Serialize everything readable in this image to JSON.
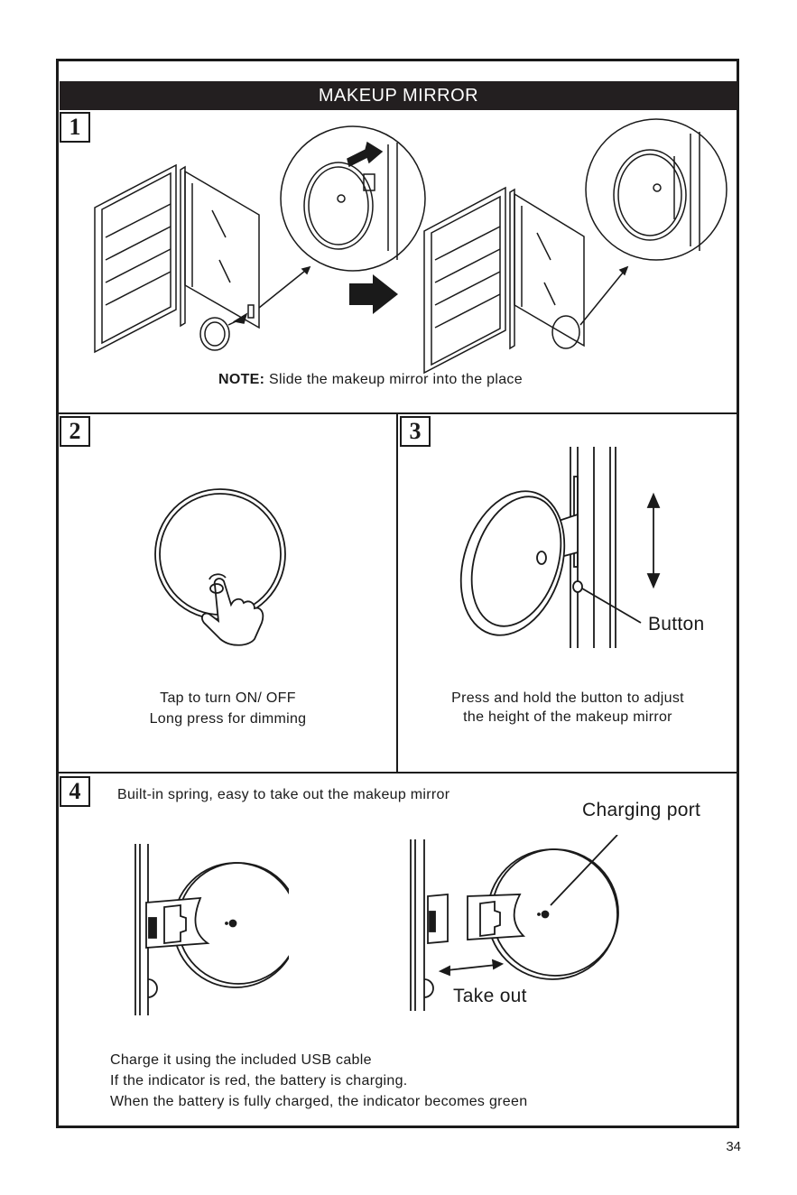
{
  "header": {
    "title": "MAKEUP MIRROR"
  },
  "steps": [
    {
      "number": "1",
      "note_label": "NOTE:",
      "note_text": "Slide the makeup mirror into the place"
    },
    {
      "number": "2",
      "line1": "Tap to turn ON/ OFF",
      "line2": "Long press for dimming"
    },
    {
      "number": "3",
      "callout": "Button",
      "line1": "Press and hold the button to adjust",
      "line2": "the height of the makeup mirror"
    },
    {
      "number": "4",
      "heading": "Built-in spring, easy to take out the makeup mirror",
      "callout_port": "Charging port",
      "callout_takeout": "Take out",
      "line1": "Charge it using the included USB cable",
      "line2": "If the indicator is red, the battery is charging.",
      "line3": "When the battery is fully charged, the indicator becomes green"
    }
  ],
  "footer": {
    "page_number": "34"
  }
}
